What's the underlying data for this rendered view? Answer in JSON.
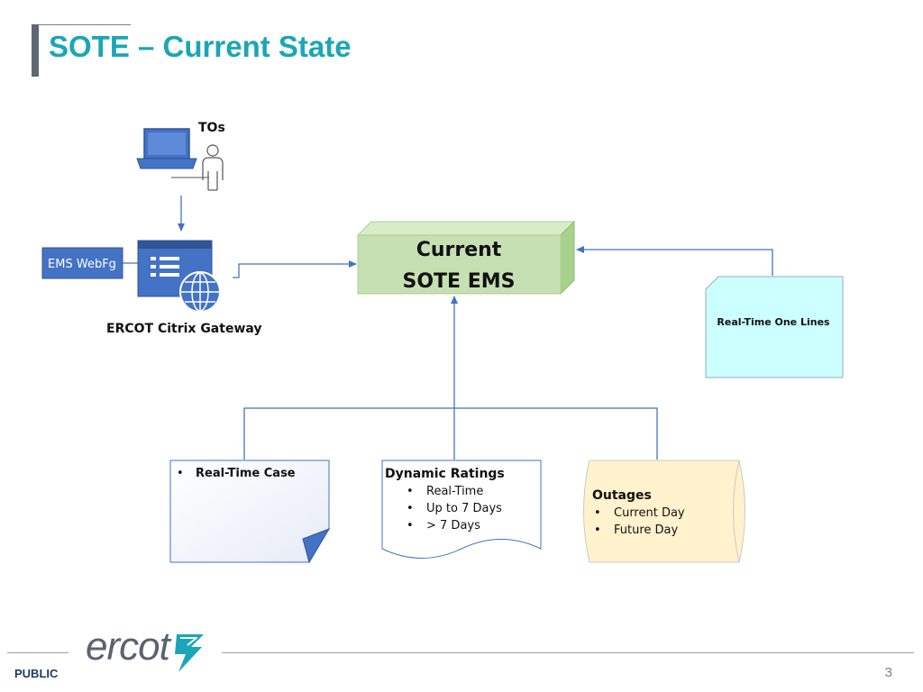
{
  "slide": {
    "title": "SOTE – Current State",
    "footer_label": "PUBLIC",
    "page_number": "3",
    "logo_text": "ercot"
  },
  "diagram": {
    "tos_label": "TOs",
    "webfg_label": "EMS WebFg",
    "gateway_label": "ERCOT Citrix Gateway",
    "ems_line1": "Current",
    "ems_line2": "SOTE EMS",
    "one_lines_label": "Real-Time One Lines",
    "rt_case": {
      "items": [
        "Real-Time Case"
      ]
    },
    "ratings": {
      "title": "Dynamic Ratings",
      "items": [
        "Real-Time",
        "Up to 7 Days",
        "> 7 Days"
      ]
    },
    "outages": {
      "title": "Outages",
      "items": [
        "Current Day",
        "Future Day"
      ]
    }
  },
  "colors": {
    "title": "#1aa6b7",
    "ems_fill": "#c6e0b4",
    "one_lines_fill": "#ccffff",
    "outages_fill": "#fff2cc",
    "icon_blue": "#4472c4",
    "connector": "#4472c4"
  }
}
